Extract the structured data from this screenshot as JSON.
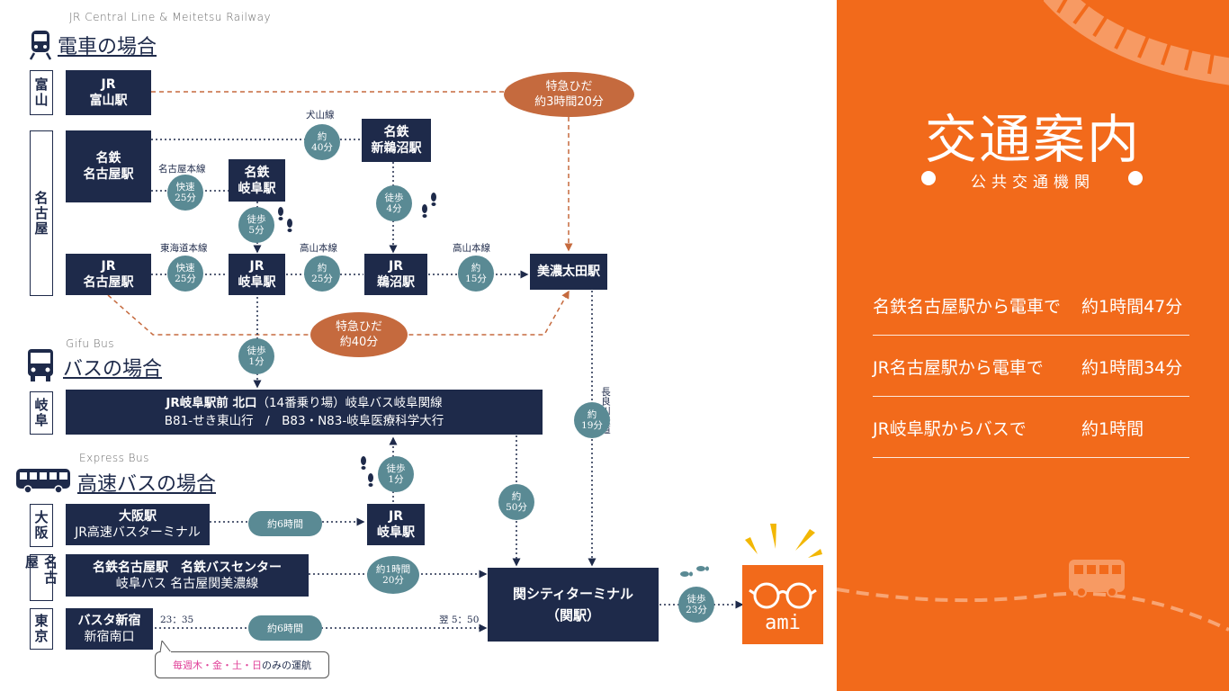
{
  "header_en": "JR  Central Line  &  Meitetsu Railway",
  "sections": {
    "train": {
      "title": "電車の場合"
    },
    "bus": {
      "en": "Gifu Bus",
      "title": "バスの場合"
    },
    "express": {
      "en": "Express Bus",
      "title": "高速バスの場合"
    }
  },
  "regions": {
    "toyama": "富山",
    "nagoya": "名古屋",
    "gifu": "岐阜",
    "osaka": "大阪",
    "nagoya2": "名古屋",
    "tokyo": "東京"
  },
  "stations": {
    "jr_toyama": [
      "JR",
      "富山駅"
    ],
    "meitetsu_nagoya": [
      "名鉄",
      "名古屋駅"
    ],
    "meitetsu_gifu": [
      "名鉄",
      "岐阜駅"
    ],
    "meitetsu_shinunuma": [
      "名鉄",
      "新鵜沼駅"
    ],
    "jr_nagoya": [
      "JR",
      "名古屋駅"
    ],
    "jr_gifu": [
      "JR",
      "岐阜駅"
    ],
    "jr_unuma": [
      "JR",
      "鵜沼駅"
    ],
    "minoota": "美濃太田駅",
    "gifu_bus_line1_bold": "JR岐阜駅前 北口",
    "gifu_bus_line1_rest": "（14番乗り場）岐阜バス岐阜関線",
    "gifu_bus_line2": "B81-せき東山行　/　B83・N83-岐阜医療科学大行",
    "osaka_station": [
      "大阪駅",
      "JR高速バスターミナル"
    ],
    "jr_gifu2": [
      "JR",
      "岐阜駅"
    ],
    "meitetsu_bus_center": [
      "名鉄名古屋駅　名鉄バスセンター",
      "岐阜バス 名古屋関美濃線"
    ],
    "busta": [
      "バスタ新宿",
      "新宿南口"
    ],
    "seki_terminal": [
      "関シティターミナル",
      "（関駅）"
    ]
  },
  "line_labels": {
    "inuyama": "犬山線",
    "nagoya_honsen": "名古屋本線",
    "tokaido": "東海道本線",
    "takayama1": "高山本線",
    "takayama2": "高山本線",
    "nagaragawa": "長良川鉄道"
  },
  "times": {
    "hida_toyama": [
      "特急ひだ",
      "約3時間20分"
    ],
    "hida_nagoya": [
      "特急ひだ",
      "約40分"
    ],
    "inuyama": [
      "約",
      "40分"
    ],
    "meitetsu_rapid": [
      "快速",
      "25分"
    ],
    "walk_gifu": [
      "徒歩",
      "5分"
    ],
    "walk_unuma": [
      "徒歩",
      "4分"
    ],
    "jr_rapid": [
      "快速",
      "25分"
    ],
    "takayama25": [
      "約",
      "25分"
    ],
    "takayama15": [
      "約",
      "15分"
    ],
    "walk_bus": [
      "徒歩",
      "1分"
    ],
    "nagaragawa": [
      "約",
      "19分"
    ],
    "walk_exp": [
      "徒歩",
      "1分"
    ],
    "bus50": [
      "約",
      "50分"
    ],
    "osaka6": "約6時間",
    "nagoya_bus": [
      "約1時間",
      "20分"
    ],
    "tokyo6": "約6時間",
    "walk_ami": [
      "徒歩",
      "23分"
    ],
    "dep_time": "23：35",
    "arr_time": "翌 5：50"
  },
  "note": {
    "part1": "毎週木・金・土・日",
    "part2": "のみの運航"
  },
  "logo": "ami",
  "panel": {
    "title": "交通案内",
    "subtitle": "公共交通機関",
    "routes": [
      {
        "from": "名鉄名古屋駅から電車で",
        "time": "約1時間47分"
      },
      {
        "from": "JR名古屋駅から電車で",
        "time": "約1時間34分"
      },
      {
        "from": "JR岐阜駅からバスで",
        "time": "約1時間"
      }
    ]
  },
  "colors": {
    "navy": "#1e2a4a",
    "teal": "#5a8a94",
    "brown": "#c56a3e",
    "orange": "#f26a1b"
  }
}
